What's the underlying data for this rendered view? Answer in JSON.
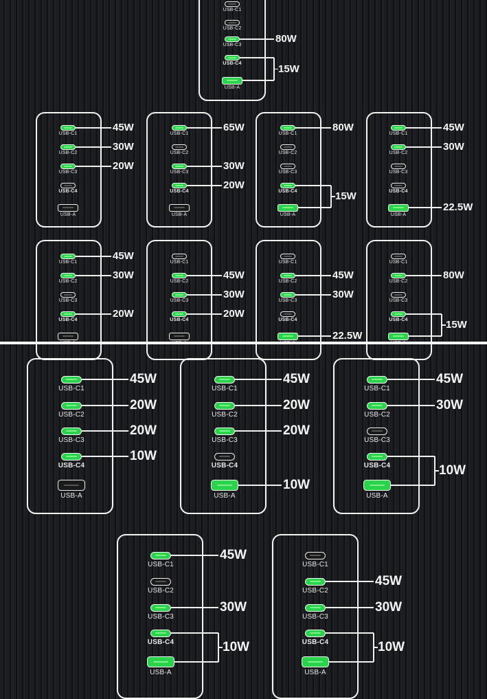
{
  "port_labels": {
    "c1": "USB-C1",
    "c2": "USB-C2",
    "c3": "USB-C3",
    "c4": "USB-C4",
    "a": "USB-A"
  },
  "colors": {
    "active_port": "#2bd24b",
    "outline": "#f3f3f3",
    "background": "#15171a"
  },
  "top_panel": {
    "partial_config": {
      "c1": "off",
      "c2": "off",
      "c3": "on",
      "c4": "on",
      "a": "on",
      "watts": [
        "80W",
        "15W"
      ]
    },
    "row1": [
      {
        "c1": "on",
        "c2": "on",
        "c3": "on",
        "c4": "off",
        "a": "off",
        "watts": [
          "45W",
          "30W",
          "20W"
        ]
      },
      {
        "c1": "on",
        "c2": "off",
        "c3": "on",
        "c4": "on",
        "a": "off",
        "watts": [
          "65W",
          "30W",
          "20W"
        ]
      },
      {
        "c1": "on",
        "c2": "off",
        "c3": "off",
        "c4": "on",
        "a": "on",
        "watts": [
          "80W",
          "15W"
        ]
      },
      {
        "c1": "on",
        "c2": "on",
        "c3": "off",
        "c4": "off",
        "a": "on",
        "watts": [
          "45W",
          "30W",
          "22.5W"
        ]
      }
    ],
    "row2": [
      {
        "c1": "on",
        "c2": "on",
        "c3": "off",
        "c4": "on",
        "a": "off",
        "watts": [
          "45W",
          "30W",
          "20W"
        ]
      },
      {
        "c1": "off",
        "c2": "on",
        "c3": "on",
        "c4": "on",
        "a": "off",
        "watts": [
          "45W",
          "30W",
          "20W"
        ]
      },
      {
        "c1": "off",
        "c2": "on",
        "c3": "on",
        "c4": "off",
        "a": "on",
        "watts": [
          "45W",
          "30W",
          "22.5W"
        ]
      },
      {
        "c1": "off",
        "c2": "on",
        "c3": "off",
        "c4": "on",
        "a": "on",
        "watts": [
          "80W",
          "15W"
        ]
      }
    ]
  },
  "bottom_panel": {
    "row1": [
      {
        "c1": "on",
        "c2": "on",
        "c3": "on",
        "c4": "on",
        "a": "off",
        "watts": [
          "45W",
          "20W",
          "20W",
          "10W"
        ]
      },
      {
        "c1": "on",
        "c2": "on",
        "c3": "on",
        "c4": "off",
        "a": "on",
        "watts": [
          "45W",
          "20W",
          "20W",
          "10W"
        ]
      },
      {
        "c1": "on",
        "c2": "on",
        "c3": "off",
        "c4": "on",
        "a": "on",
        "watts": [
          "45W",
          "30W",
          "10W"
        ]
      }
    ],
    "row2": [
      {
        "c1": "on",
        "c2": "off",
        "c3": "on",
        "c4": "on",
        "a": "on",
        "watts": [
          "45W",
          "30W",
          "10W"
        ]
      },
      {
        "c1": "off",
        "c2": "on",
        "c3": "on",
        "c4": "on",
        "a": "on",
        "watts": [
          "45W",
          "30W",
          "10W"
        ]
      }
    ]
  }
}
